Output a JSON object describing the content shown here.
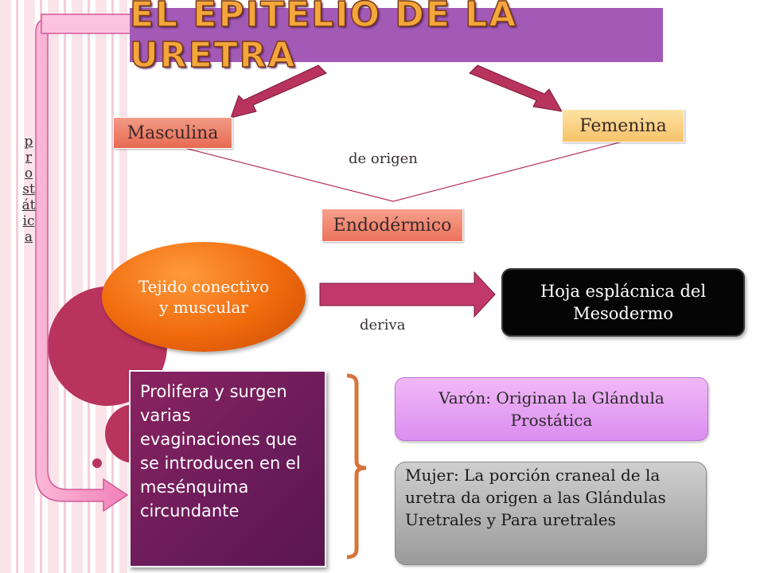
{
  "title": "EL EPITELIO DE LA URETRA",
  "nodes": {
    "masculina": "Masculina",
    "femenina": "Femenina",
    "endodermico": "Endodérmico",
    "tejido": "Tejido conectivo y muscular",
    "hoja": "Hoja esplácnica del Mesodermo",
    "prolifera": "Prolifera y surgen varias evaginaciones que se introducen en el mesénquima circundante",
    "varon": "Varón: Originan la Glándula Prostática",
    "mujer": "Mujer: La porción craneal de la uretra da origen a las Glándulas Uretrales y Para uretrales"
  },
  "labels": {
    "de_origen": "de origen",
    "deriva": "deriva",
    "prostatica": "prostática"
  },
  "colors": {
    "title_band": "#a35ab6",
    "arrow": "#b8335e",
    "oval": "#f06a0c",
    "hoja": "#050505",
    "prolifera": "#6a1b5a",
    "varon": "#dc8ef0",
    "mujer": "#9a9a9a",
    "bracket": "#d8743a"
  }
}
